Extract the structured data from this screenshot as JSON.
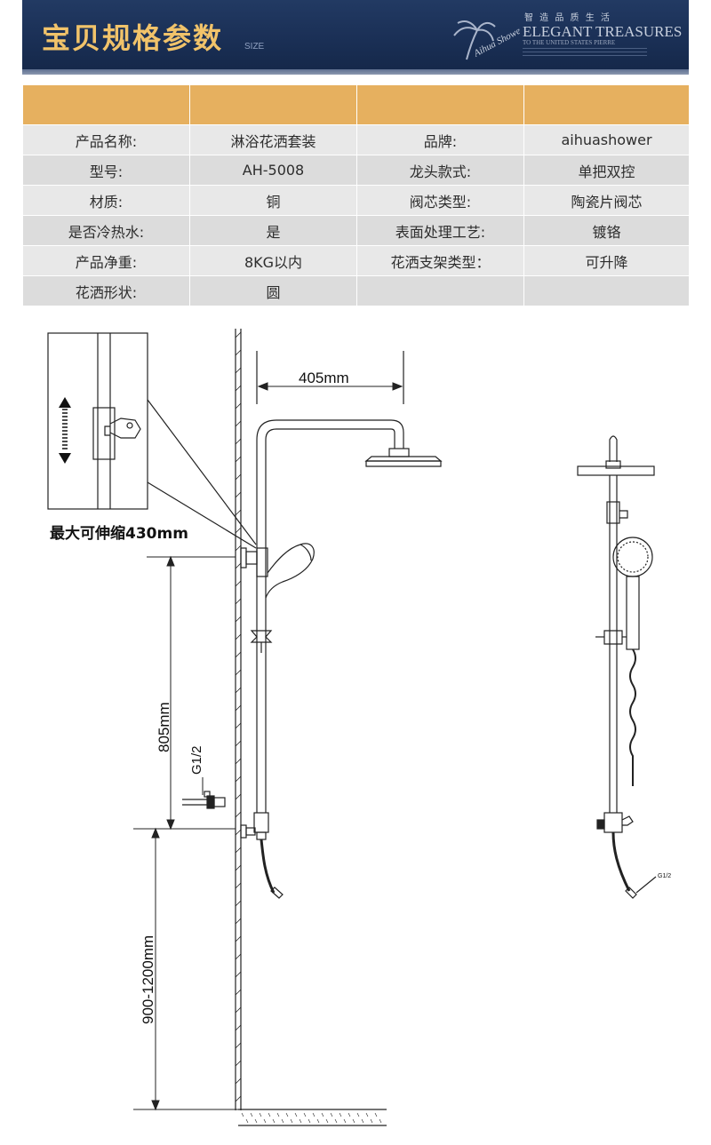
{
  "header": {
    "title": "宝贝规格参数",
    "subtitle": "SIZE",
    "brand_cn": "智 造 品 质 生 活",
    "brand_en": "ELEGANT TREASURES",
    "brand_small": "TO THE UNITED STATES PIERRE",
    "logo_script": "Aihua Shower"
  },
  "spec_table": {
    "rows": [
      [
        "产品名称:",
        "淋浴花洒套装",
        "品牌:",
        "aihuashower"
      ],
      [
        "型号:",
        "AH-5008",
        "龙头款式:",
        "单把双控"
      ],
      [
        "材质:",
        "铜",
        "阀芯类型:",
        "陶瓷片阀芯"
      ],
      [
        "是否冷热水:",
        "是",
        "表面处理工艺:",
        "镀铬"
      ],
      [
        "产品净重:",
        "8KG以内",
        "花洒支架类型：",
        "可升降"
      ],
      [
        "花洒形状:",
        "圆",
        "",
        ""
      ]
    ]
  },
  "drawing": {
    "arm_length": "405mm",
    "max_stretch": "最大可伸缩430mm",
    "height_rail": "805mm",
    "thread": "G1/2",
    "install_height": "900-1200mm",
    "thread_small": "G1/2"
  }
}
